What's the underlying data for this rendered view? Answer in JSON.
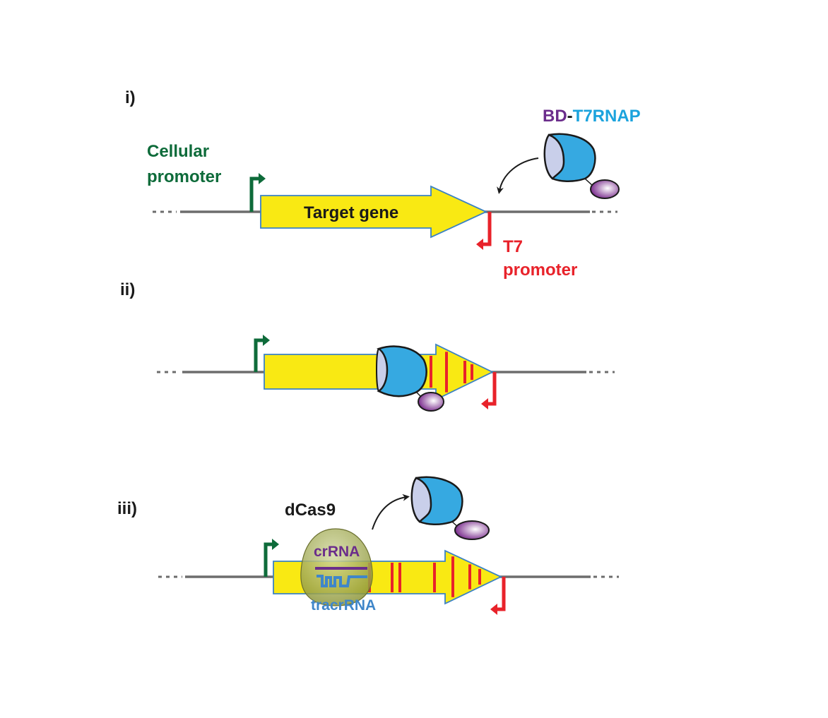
{
  "colors": {
    "dna": "#6d6d6d",
    "gene_fill": "#f9e913",
    "gene_stroke": "#3b82c4",
    "cellular_promoter": "#0e6b3a",
    "t7_promoter": "#e8222a",
    "rnap_body": "#36a9e1",
    "rnap_face": "#c9cfea",
    "bd_domain": "#7b2d8e",
    "dcas9": "#a6ad4e",
    "crrna": "#6b2d8b",
    "tracrrna": "#3f86c9",
    "label_dark": "#1a1a1a",
    "bd_text": "#6b2d8b",
    "t7rnap_text": "#1ba3dd"
  },
  "panels": [
    {
      "id": "i",
      "label": "i)",
      "cellular_promoter_label": [
        "Cellular",
        "promoter"
      ],
      "gene_label": "Target gene",
      "t7_promoter_label": [
        "T7",
        "promoter"
      ],
      "fusion_label": {
        "part1": "BD",
        "separator": "-",
        "part2": "T7RNAP"
      },
      "red_bands": 0
    },
    {
      "id": "ii",
      "label": "ii)",
      "red_bands": 4
    },
    {
      "id": "iii",
      "label": "iii)",
      "dcas9_label": "dCas9",
      "crrna_label": "crRNA",
      "tracrrna_label": "tracrRNA",
      "red_bands": 7
    }
  ]
}
